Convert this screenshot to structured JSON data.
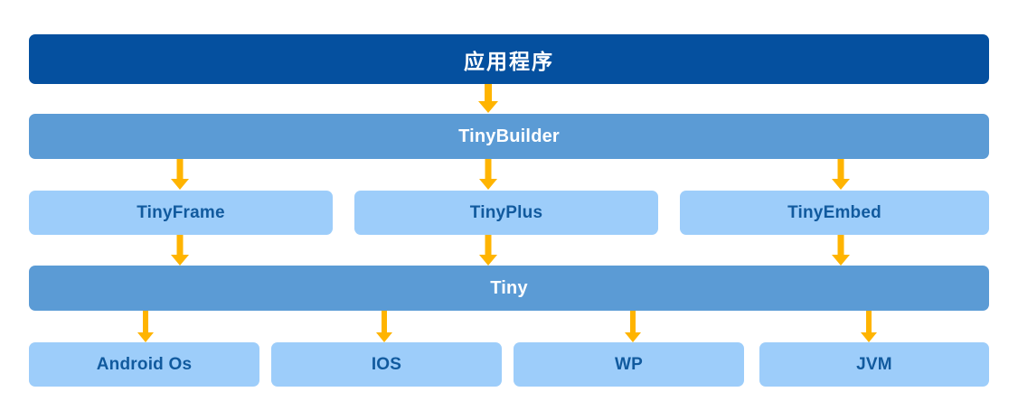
{
  "diagram": {
    "title": "Tiny framework layered architecture",
    "type": "layered-block-diagram",
    "colors": {
      "application_band": "#05509F",
      "middle_band": "#5B9BD5",
      "leaf_box": "#9DCDFA",
      "leaf_text": "#115A9E",
      "band_text": "#FFFFFF",
      "arrow": "#FFB400",
      "background": "#FFFFFF"
    },
    "layers": [
      {
        "id": "application",
        "level": 1,
        "style": "application_band",
        "boxes": [
          {
            "id": "app",
            "label": "应用程序"
          }
        ]
      },
      {
        "id": "builder",
        "level": 2,
        "style": "middle_band",
        "boxes": [
          {
            "id": "tinybuilder",
            "label": "TinyBuilder"
          }
        ]
      },
      {
        "id": "modules",
        "level": 3,
        "style": "leaf_box",
        "boxes": [
          {
            "id": "tinyframe",
            "label": "TinyFrame"
          },
          {
            "id": "tinyplus",
            "label": "TinyPlus"
          },
          {
            "id": "tinyembed",
            "label": "TinyEmbed"
          }
        ]
      },
      {
        "id": "core",
        "level": 4,
        "style": "middle_band",
        "boxes": [
          {
            "id": "tiny",
            "label": "Tiny"
          }
        ]
      },
      {
        "id": "platforms",
        "level": 5,
        "style": "leaf_box",
        "boxes": [
          {
            "id": "android",
            "label": "Android Os"
          },
          {
            "id": "ios",
            "label": "IOS"
          },
          {
            "id": "wp",
            "label": "WP"
          },
          {
            "id": "jvm",
            "label": "JVM"
          }
        ]
      }
    ],
    "connections": [
      {
        "id": "app-to-builder",
        "from": "app",
        "to": "tinybuilder",
        "style": "thick-down-arrow"
      },
      {
        "id": "builder-to-tinyframe",
        "from": "tinybuilder",
        "to": "tinyframe",
        "style": "down-arrow"
      },
      {
        "id": "builder-to-tinyplus",
        "from": "tinybuilder",
        "to": "tinyplus",
        "style": "down-arrow"
      },
      {
        "id": "builder-to-tinyembed",
        "from": "tinybuilder",
        "to": "tinyembed",
        "style": "down-arrow"
      },
      {
        "id": "tinyframe-to-tiny",
        "from": "tinyframe",
        "to": "tiny",
        "style": "down-arrow"
      },
      {
        "id": "tinyplus-to-tiny",
        "from": "tinyplus",
        "to": "tiny",
        "style": "down-arrow"
      },
      {
        "id": "tinyembed-to-tiny",
        "from": "tinyembed",
        "to": "tiny",
        "style": "down-arrow"
      },
      {
        "id": "tiny-to-android",
        "from": "tiny",
        "to": "android",
        "style": "thin-down-arrow"
      },
      {
        "id": "tiny-to-ios",
        "from": "tiny",
        "to": "ios",
        "style": "thin-down-arrow"
      },
      {
        "id": "tiny-to-wp",
        "from": "tiny",
        "to": "wp",
        "style": "thin-down-arrow"
      },
      {
        "id": "tiny-to-jvm",
        "from": "tiny",
        "to": "jvm",
        "style": "thin-down-arrow"
      }
    ]
  }
}
